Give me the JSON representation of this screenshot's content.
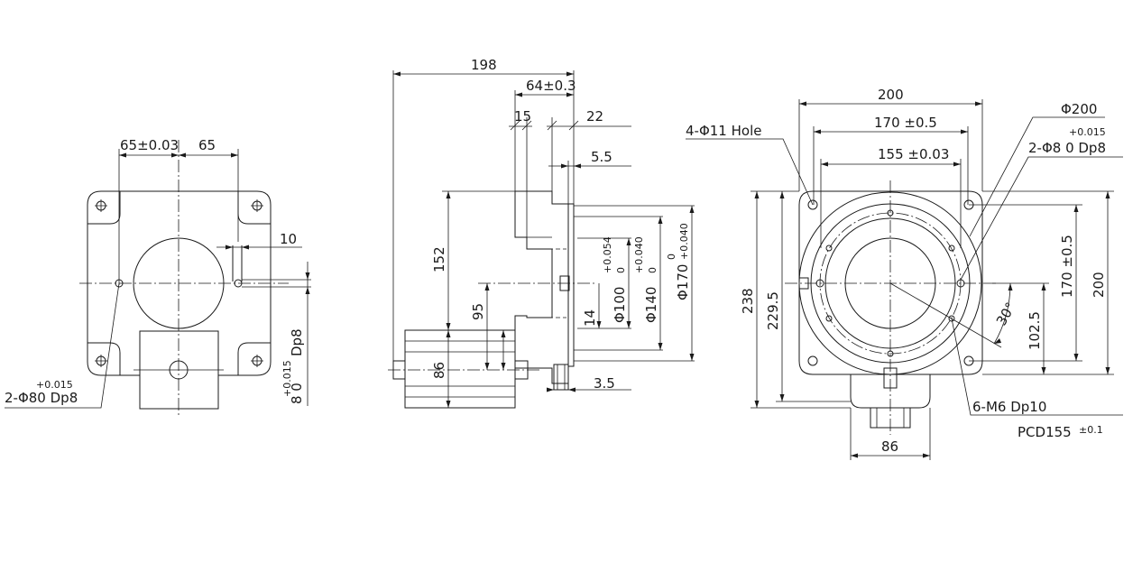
{
  "left_view": {
    "dim_65_tol": "65±0.03",
    "dim_65": "65",
    "dim_10": "10",
    "hole_label_tol": "+0.015",
    "hole_label": "2-Φ80  Dp8",
    "pin_dp": "Dp8",
    "pin_tol": "+0.015",
    "pin_dia": "8  0"
  },
  "side_view": {
    "dim_198": "198",
    "dim_64": "64±0.3",
    "dim_15": "15",
    "dim_22": "22",
    "dim_5_5": "5.5",
    "dim_152": "152",
    "dim_95": "95",
    "dim_86": "86",
    "dim_14": "14",
    "dim_3_5": "3.5",
    "dia_100": "Φ100",
    "dia_100_tol": "+0.054",
    "dia_100_tol2": "0",
    "dia_140": "Φ140",
    "dia_140_tol": "+0.040",
    "dia_140_tol2": "0",
    "dia_170": "Φ170",
    "dia_170_tol": "+0.040",
    "dia_170_tol2": "0"
  },
  "front_view": {
    "dim_200_top": "200",
    "dim_170_tol": "170 ±0.5",
    "dim_155_tol": "155 ±0.03",
    "hole_4": "4-Φ11  Hole",
    "dia_200": "Φ200",
    "pin_tol": "+0.015",
    "pin_label": "2-Φ8 0   Dp8",
    "dim_238": "238",
    "dim_229_5": "229.5",
    "dim_170_v": "170 ±0.5",
    "dim_200_v": "200",
    "dim_102_5": "102.5",
    "angle_30": "30°",
    "m6_label": "6-M6 Dp10",
    "pcd_label": "PCD155",
    "pcd_tol": "±0.1",
    "dim_86": "86"
  }
}
